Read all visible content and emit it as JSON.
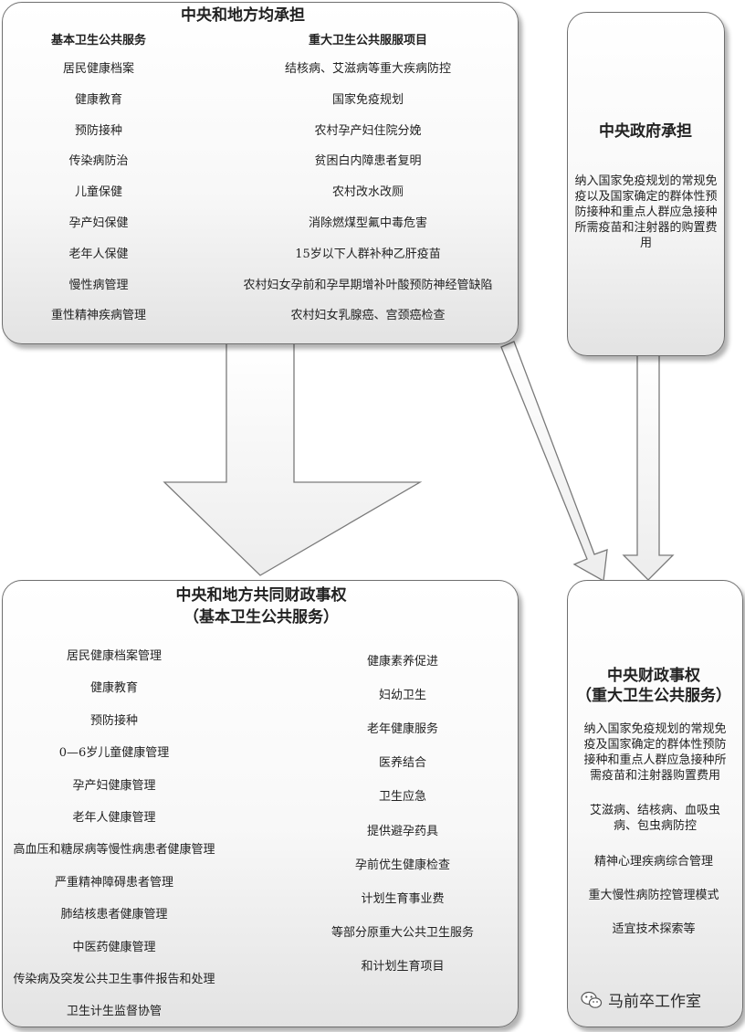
{
  "top_left": {
    "title": "中央和地方均承担",
    "col1_header": "基本卫生公共服务",
    "col2_header": "重大卫生公共服服项目",
    "col1_items": [
      "居民健康档案",
      "健康教育",
      "预防接种",
      "传染病防治",
      "儿童保健",
      "孕产妇保健",
      "老年人保健",
      "慢性病管理",
      "重性精神疾病管理"
    ],
    "col2_items": [
      "结核病、艾滋病等重大疾病防控",
      "国家免疫规划",
      "农村孕产妇住院分娩",
      "贫困白内障患者复明",
      "农村改水改厕",
      "消除燃煤型氟中毒危害",
      "15岁以下人群补种乙肝疫苗",
      "农村妇女孕前和孕早期增补叶酸预防神经管缺陷",
      "农村妇女乳腺癌、宫颈癌检查"
    ]
  },
  "top_right": {
    "title": "中央政府承担",
    "text_lines": [
      "纳入国家免疫规划的常规免",
      "疫以及国家确定的群体性预",
      "防接种和重点人群应急接种",
      "所需疫苗和注射器的购置费",
      "用"
    ]
  },
  "bottom_left": {
    "title": "中央和地方共同财政事权",
    "subtitle": "（基本卫生公共服务）",
    "col1_items": [
      "居民健康档案管理",
      "健康教育",
      "预防接种",
      "0—6岁儿童健康管理",
      "孕产妇健康管理",
      "老年人健康管理",
      "高血压和糖尿病等慢性病患者健康管理",
      "严重精神障碍患者管理",
      "肺结核患者健康管理",
      "中医药健康管理",
      "传染病及突发公共卫生事件报告和处理",
      "卫生计生监督协管"
    ],
    "col2_items": [
      "健康素养促进",
      "妇幼卫生",
      "老年健康服务",
      "医养结合",
      "卫生应急",
      "提供避孕药具",
      "孕前优生健康检查",
      "计划生育事业费",
      "等部分原重大公共卫生服务",
      "和计划生育项目"
    ]
  },
  "bottom_right": {
    "title": "中央财政事权",
    "subtitle": "（重大卫生公共服务）",
    "group1_lines": [
      "纳入国家免疫规划的常规免",
      "疫及国家确定的群体性预防",
      "接种和重点人群应急接种所",
      "需疫苗和注射器购置费用"
    ],
    "group2_lines": [
      "艾滋病、结核病、血吸虫",
      "病、包虫病防控"
    ],
    "item3": "精神心理疾病综合管理",
    "item4": "重大慢性病防控管理模式",
    "item5": "适宜技术探索等"
  },
  "watermark": {
    "text": "马前卒工作室",
    "icon": "wechat-icon"
  }
}
